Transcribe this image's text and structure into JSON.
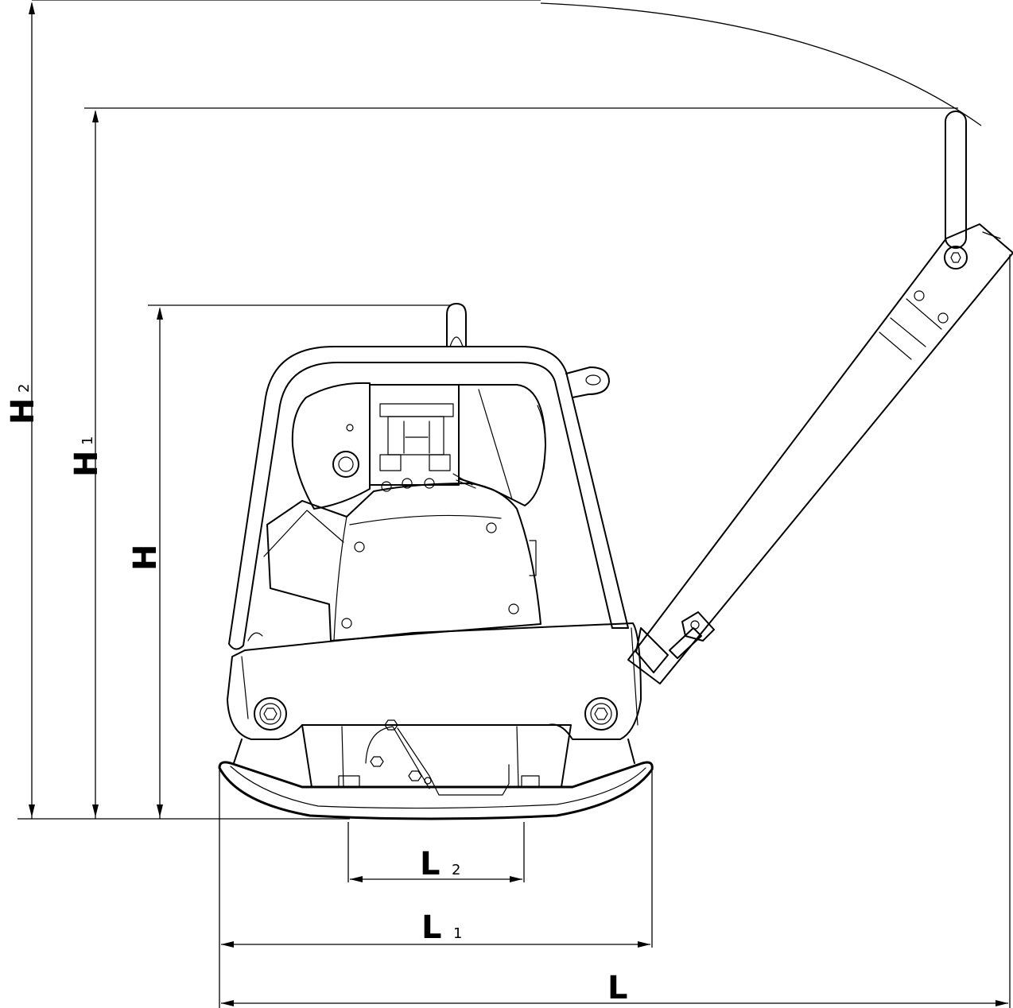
{
  "diagram": {
    "dimensions": [
      {
        "id": "H2",
        "letter": "H",
        "subscript": "2"
      },
      {
        "id": "H1",
        "letter": "H",
        "subscript": "1"
      },
      {
        "id": "H",
        "letter": "H",
        "subscript": ""
      },
      {
        "id": "L2",
        "letter": "L",
        "subscript": "2"
      },
      {
        "id": "L1",
        "letter": "L",
        "subscript": "1"
      },
      {
        "id": "L",
        "letter": "L",
        "subscript": ""
      }
    ],
    "line_color": "#000000",
    "background_color": "#ffffff"
  }
}
